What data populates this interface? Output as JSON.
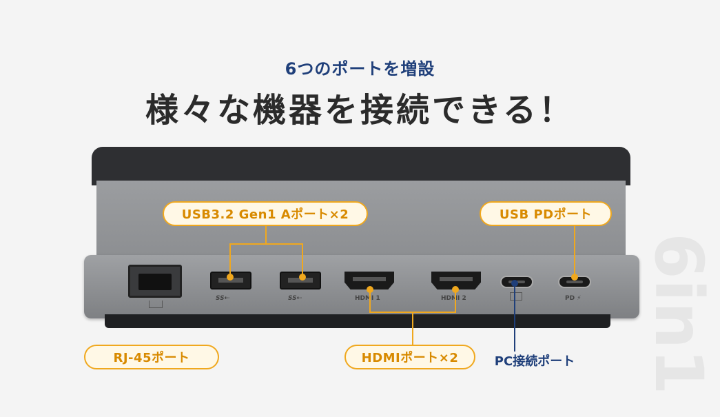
{
  "header": {
    "subtitle": "6つのポートを増設",
    "title": "様々な機器を接続できる！"
  },
  "side_text": "6in1",
  "callouts": {
    "usb_a": "USB3.2 Gen1 Aポート×2",
    "usb_pd": "USB PDポート",
    "rj45": "RJ-45ポート",
    "hdmi": "HDMIポート×2",
    "pc": "PC接続ポート"
  },
  "port_labels": {
    "usb1": "SS⇠",
    "usb2": "SS⇠",
    "hdmi1": "HDMI 1",
    "hdmi2": "HDMI 2",
    "pd": "PD ⚡"
  },
  "colors": {
    "accent": "#f0a81e",
    "navy": "#1f3f7a"
  }
}
